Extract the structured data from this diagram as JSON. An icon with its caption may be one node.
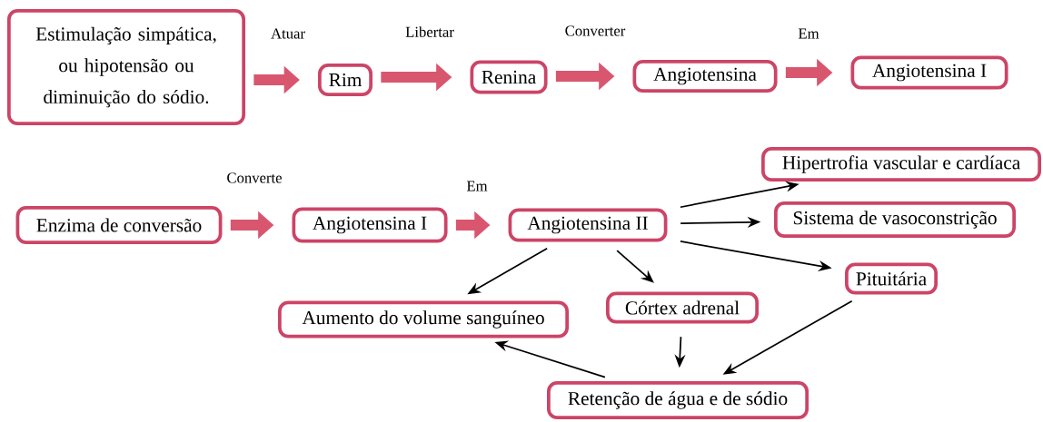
{
  "diagram": {
    "nodes": [
      {
        "text": [
          "Estimulação simpática, ou hipotensão ou diminuição do sódio."
        ]
      },
      {
        "text": [
          "Rim"
        ]
      },
      {
        "text": [
          "Renina"
        ]
      },
      {
        "text": [
          "Angiotensina"
        ]
      },
      {
        "text": [
          "Angiotensina I"
        ]
      },
      {
        "text": [
          "Enzima de conversão"
        ]
      },
      {
        "text": [
          "Angiotensina I"
        ]
      },
      {
        "text": [
          "Angiotensina II"
        ]
      },
      {
        "text": [
          "Hipertrofia vascular e cardíaca"
        ]
      },
      {
        "text": [
          "Sistema de vasoconstrição"
        ]
      },
      {
        "text": [
          "Pituitária"
        ]
      },
      {
        "text": [
          "Córtex adrenal"
        ]
      },
      {
        "text": [
          "Aumento do volume sanguíneo"
        ]
      },
      {
        "text": [
          "Retenção de água e de sódio"
        ]
      }
    ],
    "edges": [
      {
        "from": 0,
        "to": 1,
        "arrow": "to",
        "label": "Atuar",
        "style": "thick",
        "color": "#d9566f"
      },
      {
        "from": 1,
        "to": 2,
        "arrow": "to",
        "label": "Libertar",
        "style": "thick",
        "color": "#d9566f"
      },
      {
        "from": 2,
        "to": 3,
        "arrow": "to",
        "label": "Converter",
        "style": "thick",
        "color": "#d9566f"
      },
      {
        "from": 3,
        "to": 4,
        "arrow": "to",
        "label": "Em",
        "style": "thick",
        "color": "#d9566f"
      },
      {
        "from": 5,
        "to": 6,
        "arrow": "to",
        "label": "Converte",
        "style": "thick",
        "color": "#d9566f"
      },
      {
        "from": 6,
        "to": 7,
        "arrow": "to",
        "label": "Em",
        "style": "thick",
        "color": "#d9566f"
      },
      {
        "from": 7,
        "to": 8,
        "arrow": "to"
      },
      {
        "from": 7,
        "to": 9,
        "arrow": "to"
      },
      {
        "from": 7,
        "to": 10,
        "arrow": "to"
      },
      {
        "from": 7,
        "to": 11,
        "arrow": "to"
      },
      {
        "from": 7,
        "to": 12,
        "arrow": "to"
      },
      {
        "from": 11,
        "to": 13,
        "arrow": "to"
      },
      {
        "from": 10,
        "to": 13,
        "arrow": "to"
      },
      {
        "from": 13,
        "to": 12,
        "arrow": "to"
      }
    ]
  }
}
